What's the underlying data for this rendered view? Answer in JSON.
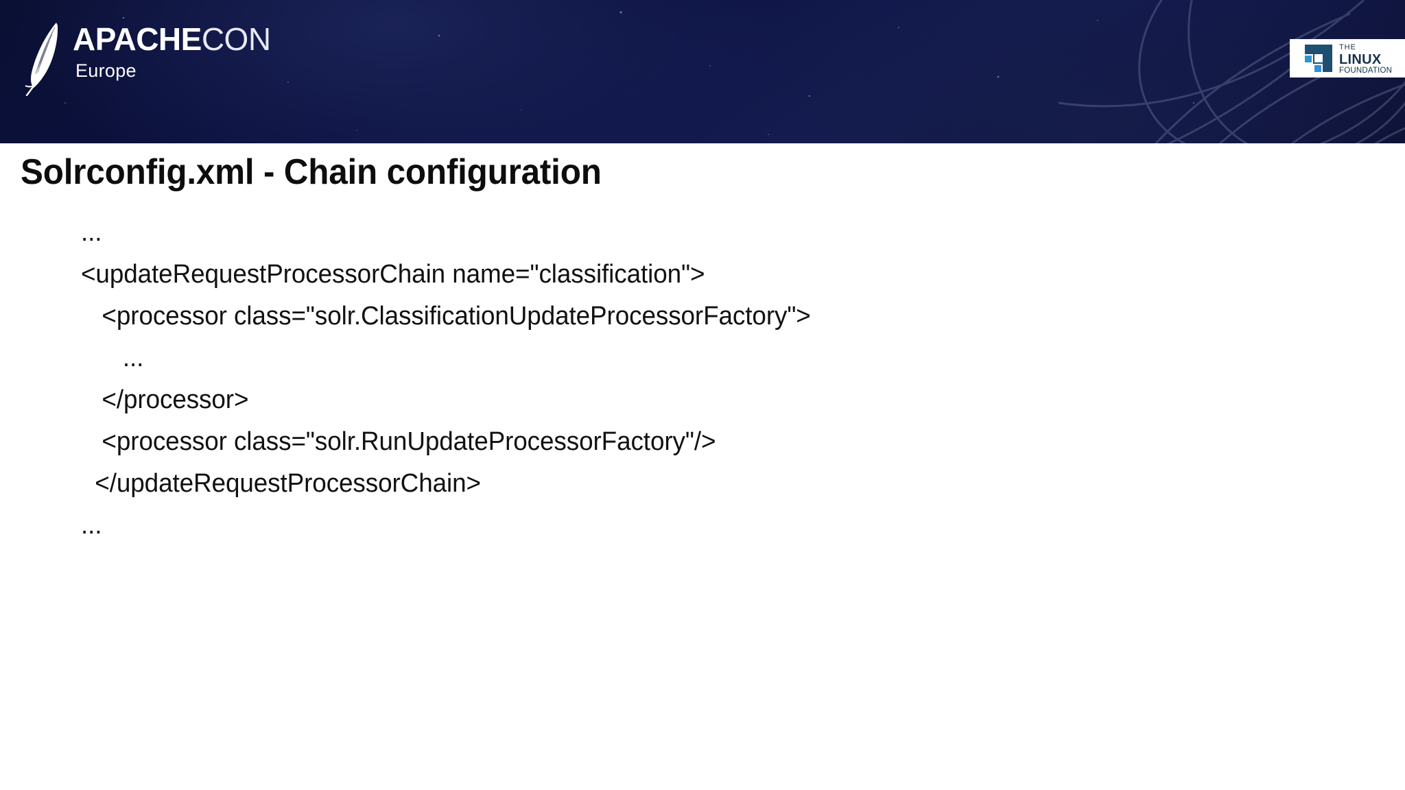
{
  "header": {
    "apachecon_logo": {
      "icon": "feather-icon",
      "word_bold": "APACHE",
      "word_light": "CON",
      "subtitle": "Europe"
    },
    "linux_foundation_logo": {
      "icon": "linux-foundation-mark-icon",
      "line1": "THE",
      "line2": "LINUX",
      "line3": "FOUNDATION"
    },
    "colors": {
      "band_dark": "#0a0f33",
      "band_mid": "#141c54",
      "lf_dark_blue": "#17334d",
      "lf_light_blue": "#2f93d1"
    }
  },
  "slide": {
    "title": "Solrconfig.xml - Chain configuration",
    "code_lines": [
      "...",
      "<updateRequestProcessorChain name=\"classification\">",
      "   <processor class=\"solr.ClassificationUpdateProcessorFactory\">",
      "      ...",
      "   </processor>",
      "   <processor class=\"solr.RunUpdateProcessorFactory\"/>",
      "  </updateRequestProcessorChain>",
      "..."
    ]
  }
}
